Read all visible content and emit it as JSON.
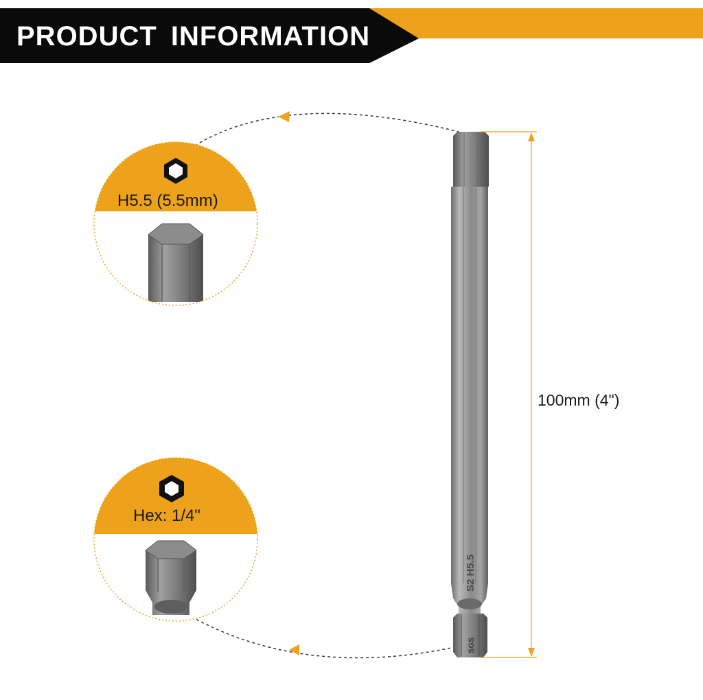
{
  "header": {
    "title": "PRODUCT  INFORMATION"
  },
  "callouts": [
    {
      "label": "H5.5 (5.5mm)",
      "icon": "hexagon-icon"
    },
    {
      "label": "Hex: 1/4\"",
      "icon": "hexagon-icon"
    }
  ],
  "dimension": {
    "label": "100mm (4\")"
  },
  "bit_marking": {
    "size_text": "S2 H5.5",
    "brand_text": "SGS"
  },
  "colors": {
    "accent": "#eea21b",
    "header_dark": "#0a0a0a",
    "steel": "#8f8f8f"
  }
}
